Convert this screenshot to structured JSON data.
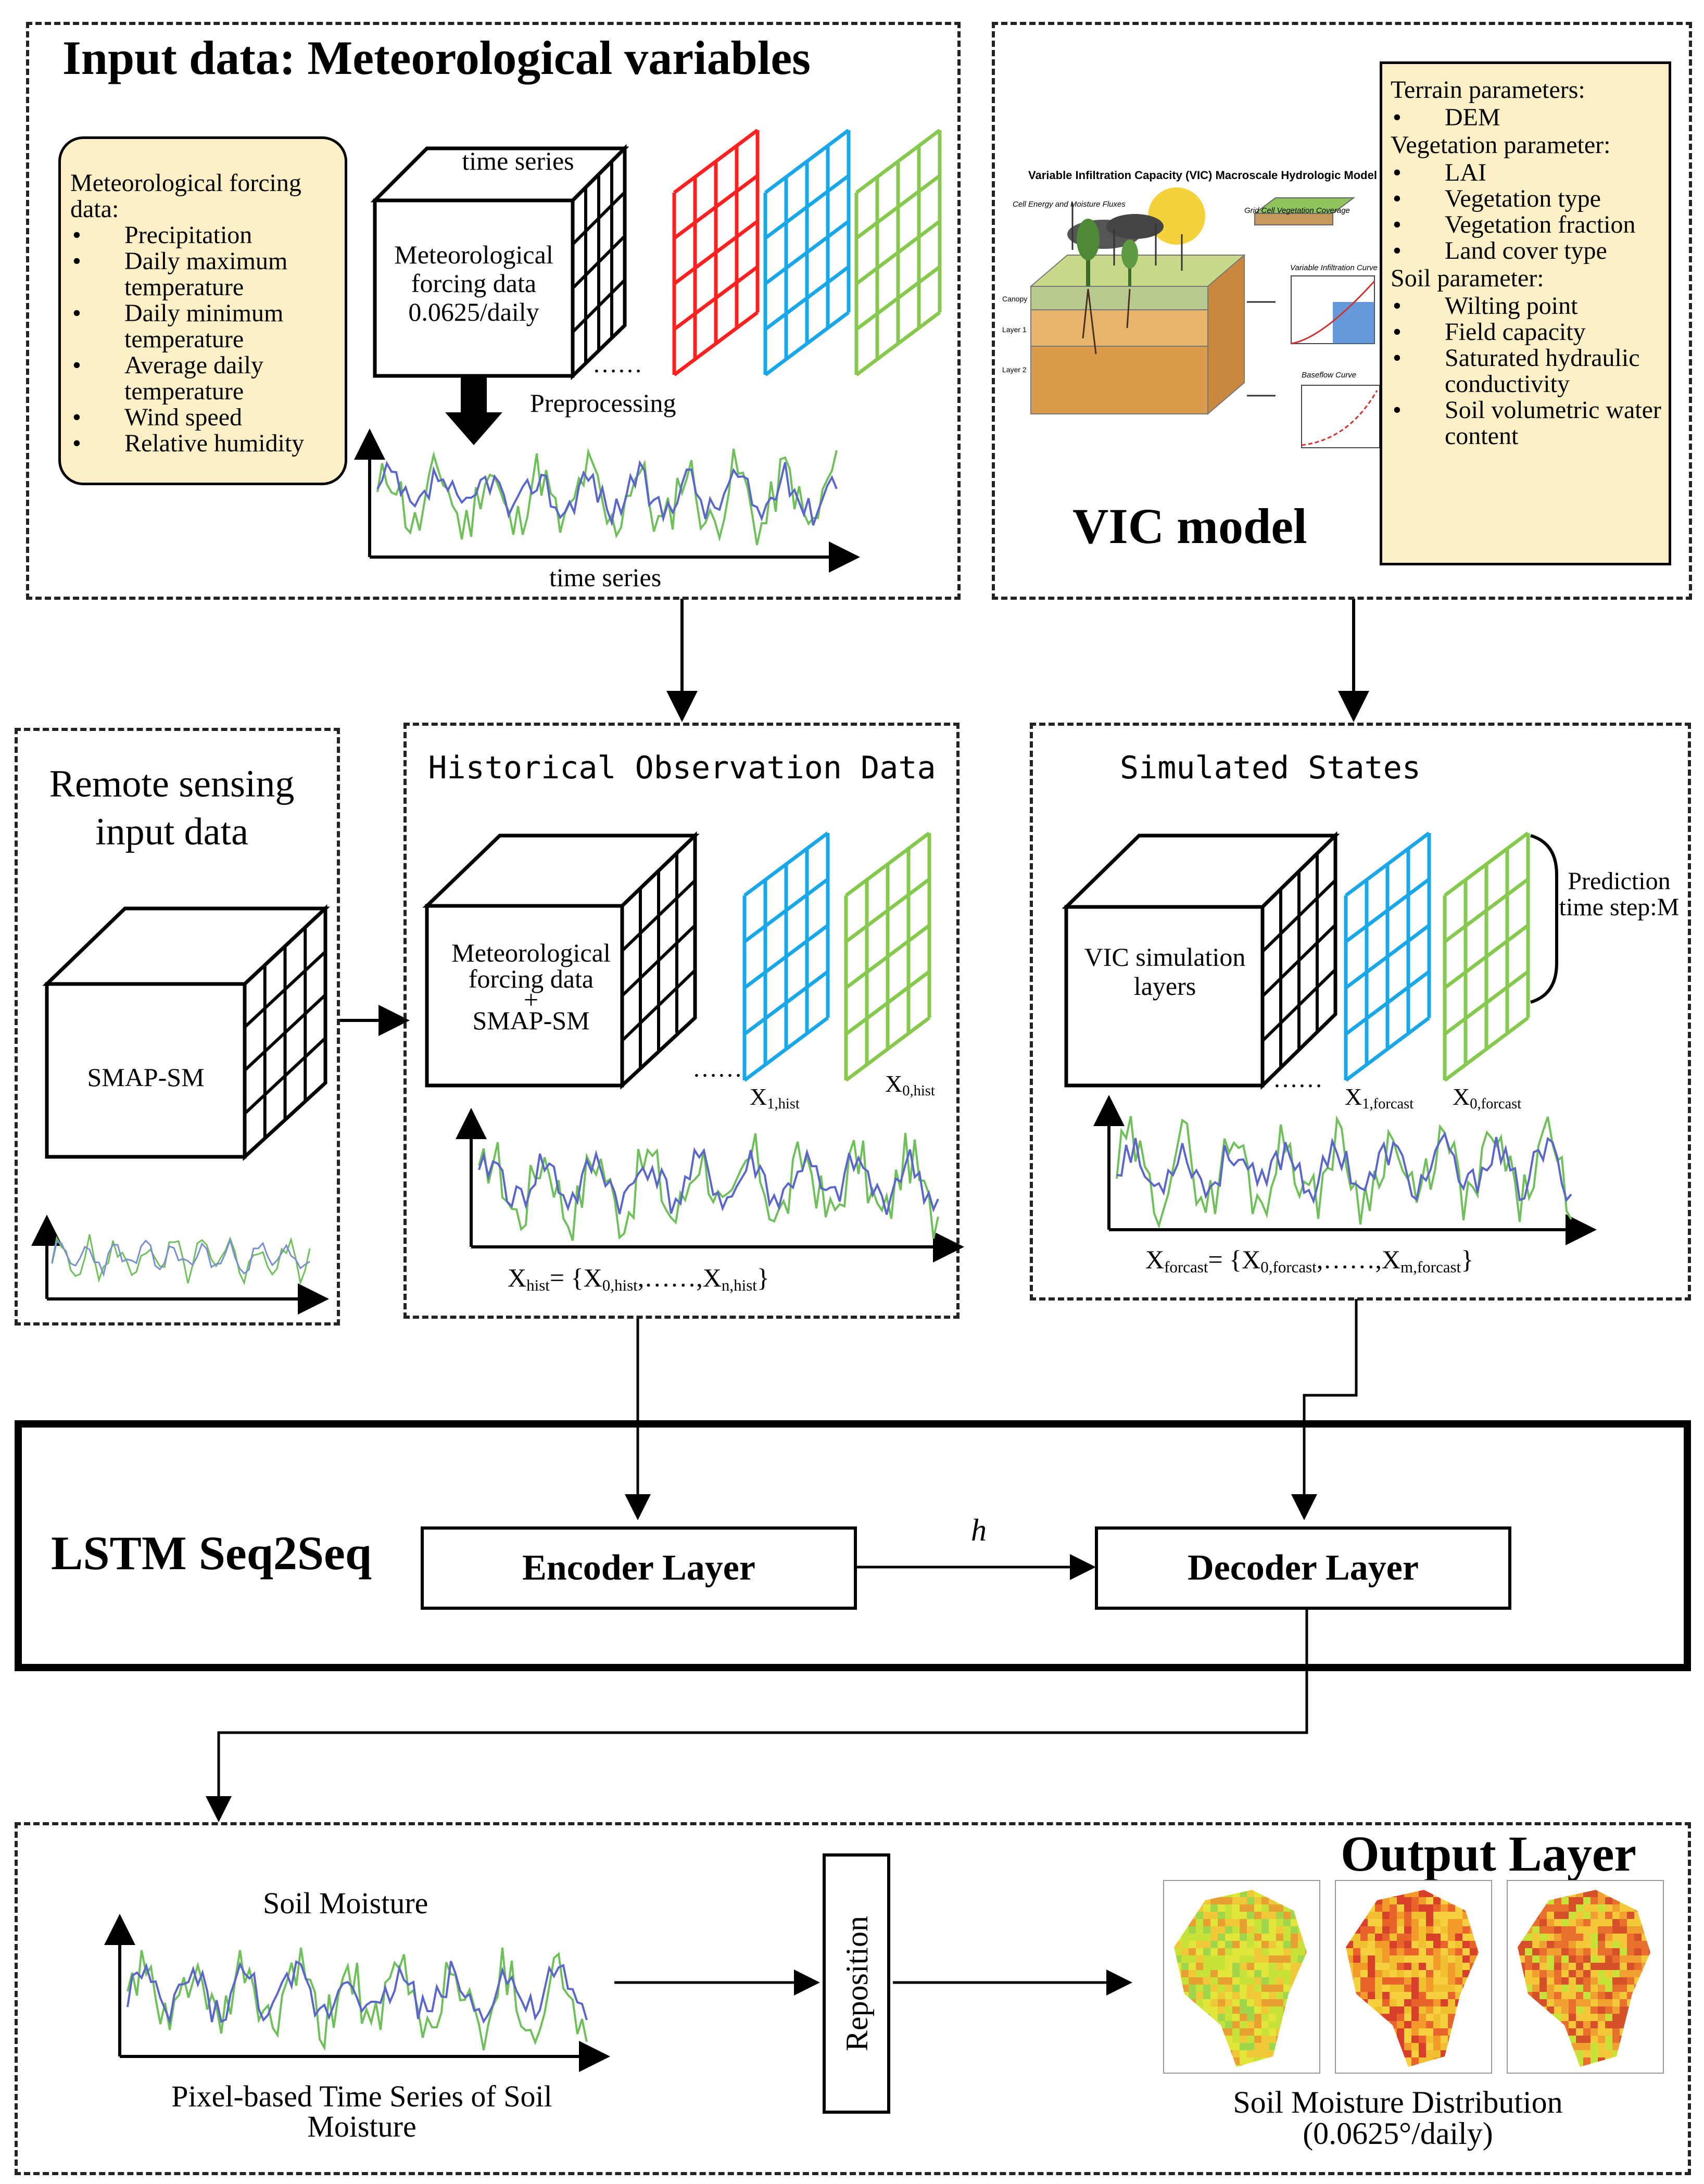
{
  "input_box": {
    "title": "Input data: Meteorological variables",
    "forcing_heading": "Meteorological forcing data:",
    "forcing_items": [
      "Precipitation",
      "Daily maximum temperature",
      "Daily minimum temperature",
      "Average daily temperature",
      "Wind speed",
      "Relative humidity"
    ],
    "cube_top_label": "time series",
    "cube_front_label": "Meteorological forcing data 0.0625/daily",
    "dots": "……",
    "preprocessing": "Preprocessing",
    "axis_label": "time series"
  },
  "vic_box": {
    "title": "VIC model",
    "figure": {
      "title": "Variable Infiltration Capacity (VIC) Macroscale Hydrologic Model",
      "cell_energy": "Cell Energy and Moisture Fluxes",
      "grid_veg": "Grid Cell Vegetation Coverage",
      "infil_curve": "Variable Infiltration Curve",
      "baseflow": "Baseflow Curve",
      "canopy": "Canopy",
      "layer1": "Layer 1",
      "layer2": "Layer 2"
    },
    "params": {
      "terrain_heading": "Terrain parameters:",
      "terrain_items": [
        "DEM"
      ],
      "veg_heading": "Vegetation parameter:",
      "veg_items": [
        "LAI",
        "Vegetation type",
        "Vegetation fraction",
        "Land cover type"
      ],
      "soil_heading": "Soil parameter:",
      "soil_items": [
        "Wilting point",
        "Field capacity",
        "Saturated hydraulic conductivity",
        "Soil volumetric water content"
      ]
    }
  },
  "remote_box": {
    "title": "Remote sensing input data",
    "cube_label": "SMAP-SM"
  },
  "hist_box": {
    "title": "Historical Observation Data",
    "cube_label_1": "Meteorological",
    "cube_label_2": "forcing data",
    "cube_label_3": "+",
    "cube_label_4": "SMAP-SM",
    "dots": "……",
    "x1_base": "X",
    "x1_sub": "1,hist",
    "x0_base": "X",
    "x0_sub": "0,hist",
    "formula_lhs": "X",
    "formula_lhs_sub": "hist",
    "formula_mid1": "= {X",
    "formula_mid1_sub": "0,hist",
    "formula_mid2": ",……,X",
    "formula_mid2_sub": "n,hist",
    "formula_end": "}"
  },
  "sim_box": {
    "title": "Simulated States",
    "cube_label": "VIC simulation layers",
    "dots": "……",
    "x1_base": "X",
    "x1_sub": "1,forcast",
    "x0_base": "X",
    "x0_sub": "0,forcast",
    "prediction": "Prediction time step:M",
    "formula_lhs": "X",
    "formula_lhs_sub": "forcast",
    "formula_mid1": "= {X",
    "formula_mid1_sub": "0,forcast",
    "formula_mid2": ",……,X",
    "formula_mid2_sub": "m,forcast",
    "formula_end": "}"
  },
  "lstm": {
    "title": "LSTM Seq2Seq",
    "encoder": "Encoder Layer",
    "decoder": "Decoder Layer",
    "hidden": "h"
  },
  "output": {
    "title": "Output Layer",
    "sm_title": "Soil Moisture",
    "pixel_caption": "Pixel-based Time Series of Soil Moisture",
    "reposition": "Reposition",
    "dist_caption_1": "Soil Moisture Distribution",
    "dist_caption_2": "(0.0625°/daily)"
  },
  "colors": {
    "forcing_box_fill": "#fdefc6",
    "grid_red": "#ff2020",
    "grid_blue": "#1aa7e8",
    "grid_green": "#86c94e",
    "series_green": "#6fbf5a",
    "series_blue": "#5a66c8"
  }
}
